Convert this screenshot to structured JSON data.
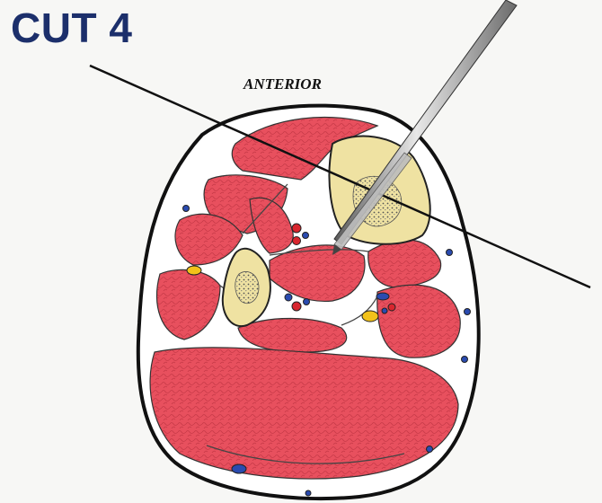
{
  "title": "CUT 4",
  "labels": {
    "anterior": "ANTERIOR"
  },
  "colors": {
    "title": "#1c2f6b",
    "muscle": "#e8505e",
    "bone": "#efe2a2",
    "fascia": "#ffffff",
    "outline": "#111111",
    "artery": "#d8262e",
    "vein": "#2a4bb0",
    "nerve": "#f2c21a",
    "needle": "#8c8c8c"
  },
  "icons": {
    "needle": "needle-probe",
    "cut_line": "cutting-plane-line"
  }
}
